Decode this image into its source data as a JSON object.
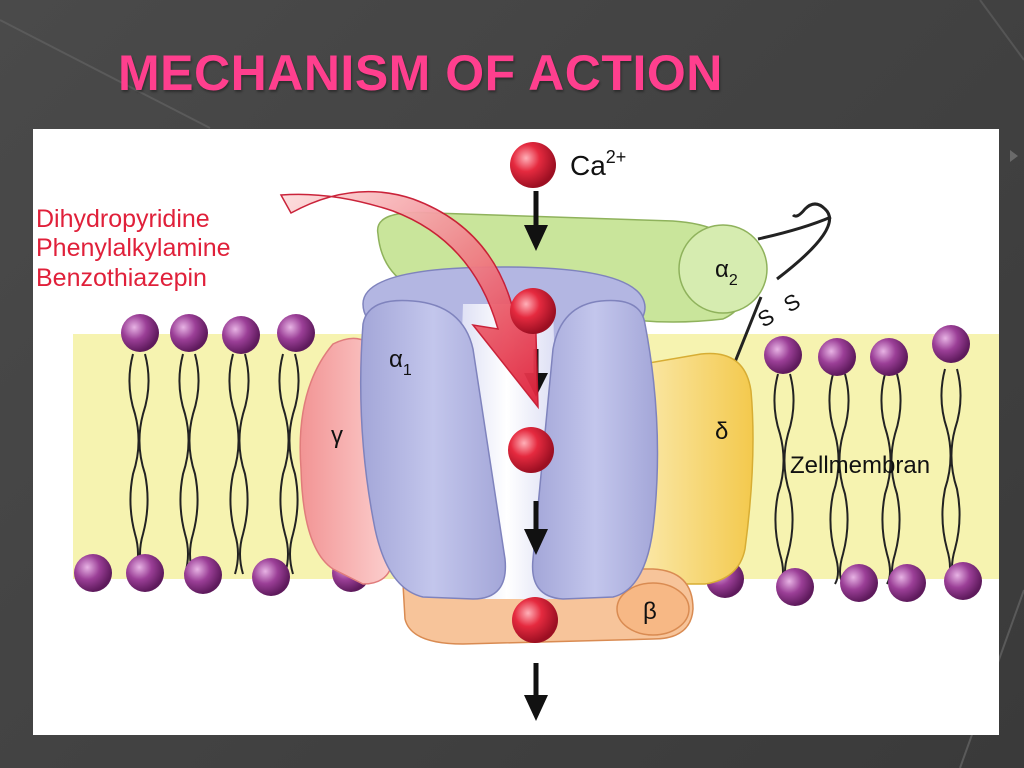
{
  "slide": {
    "title": "MECHANISM OF ACTION"
  },
  "diagram": {
    "ion_label": "Ca",
    "ion_charge": "2+",
    "drug_classes": [
      "Dihydropyridine",
      "Phenylalkylamine",
      "Benzothiazepin"
    ],
    "subunits": {
      "alpha1": "α",
      "alpha1_sub": "1",
      "alpha2": "α",
      "alpha2_sub": "2",
      "beta": "β",
      "gamma": "γ",
      "delta": "δ"
    },
    "disulfide_label": "S–S",
    "disulfide_s1": "S",
    "disulfide_s2": "S",
    "membrane_label": "Zellmembran",
    "colors": {
      "title": "#ff3f8e",
      "drug_text": "#e0203a",
      "alpha1": "#b3b6e2",
      "alpha2": "#c9e59b",
      "gamma": "#f6a8a8",
      "delta": "#f7d77a",
      "beta": "#f7b885",
      "ion": "#e0203a",
      "lipid_head": "#9b3f97",
      "membrane": "#f6f3b0"
    }
  }
}
